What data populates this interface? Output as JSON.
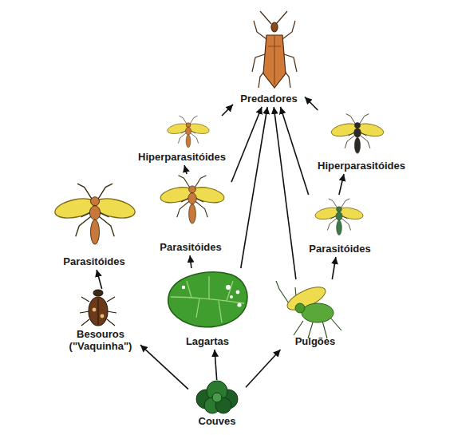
{
  "diagram": {
    "nodes": [
      {
        "text": [
          "Predadores"
        ]
      },
      {
        "text": [
          "Hiperparasitóides"
        ]
      },
      {
        "text": [
          "Hiperparasitóides"
        ]
      },
      {
        "text": [
          "Parasitóides"
        ]
      },
      {
        "text": [
          "Parasitóides"
        ]
      },
      {
        "text": [
          "Parasitóides"
        ]
      },
      {
        "text": [
          "Besouros (\"Vaquinha\")"
        ]
      },
      {
        "text": [
          "Lagartas"
        ]
      },
      {
        "text": [
          "Pulgões"
        ]
      },
      {
        "text": [
          "Couves"
        ]
      }
    ],
    "edges": [
      {
        "from": 9,
        "to": 6,
        "arrow": "to"
      },
      {
        "from": 9,
        "to": 7,
        "arrow": "to"
      },
      {
        "from": 9,
        "to": 8,
        "arrow": "to"
      },
      {
        "from": 6,
        "to": 3,
        "arrow": "to"
      },
      {
        "from": 7,
        "to": 4,
        "arrow": "to"
      },
      {
        "from": 8,
        "to": 5,
        "arrow": "to"
      },
      {
        "from": 4,
        "to": 1,
        "arrow": "to"
      },
      {
        "from": 5,
        "to": 2,
        "arrow": "to"
      },
      {
        "from": 1,
        "to": 0,
        "arrow": "to"
      },
      {
        "from": 2,
        "to": 0,
        "arrow": "to"
      },
      {
        "from": 4,
        "to": 0,
        "arrow": "to"
      },
      {
        "from": 7,
        "to": 0,
        "arrow": "to"
      },
      {
        "from": 8,
        "to": 0,
        "arrow": "to"
      },
      {
        "from": 5,
        "to": 0,
        "arrow": "to"
      }
    ]
  }
}
